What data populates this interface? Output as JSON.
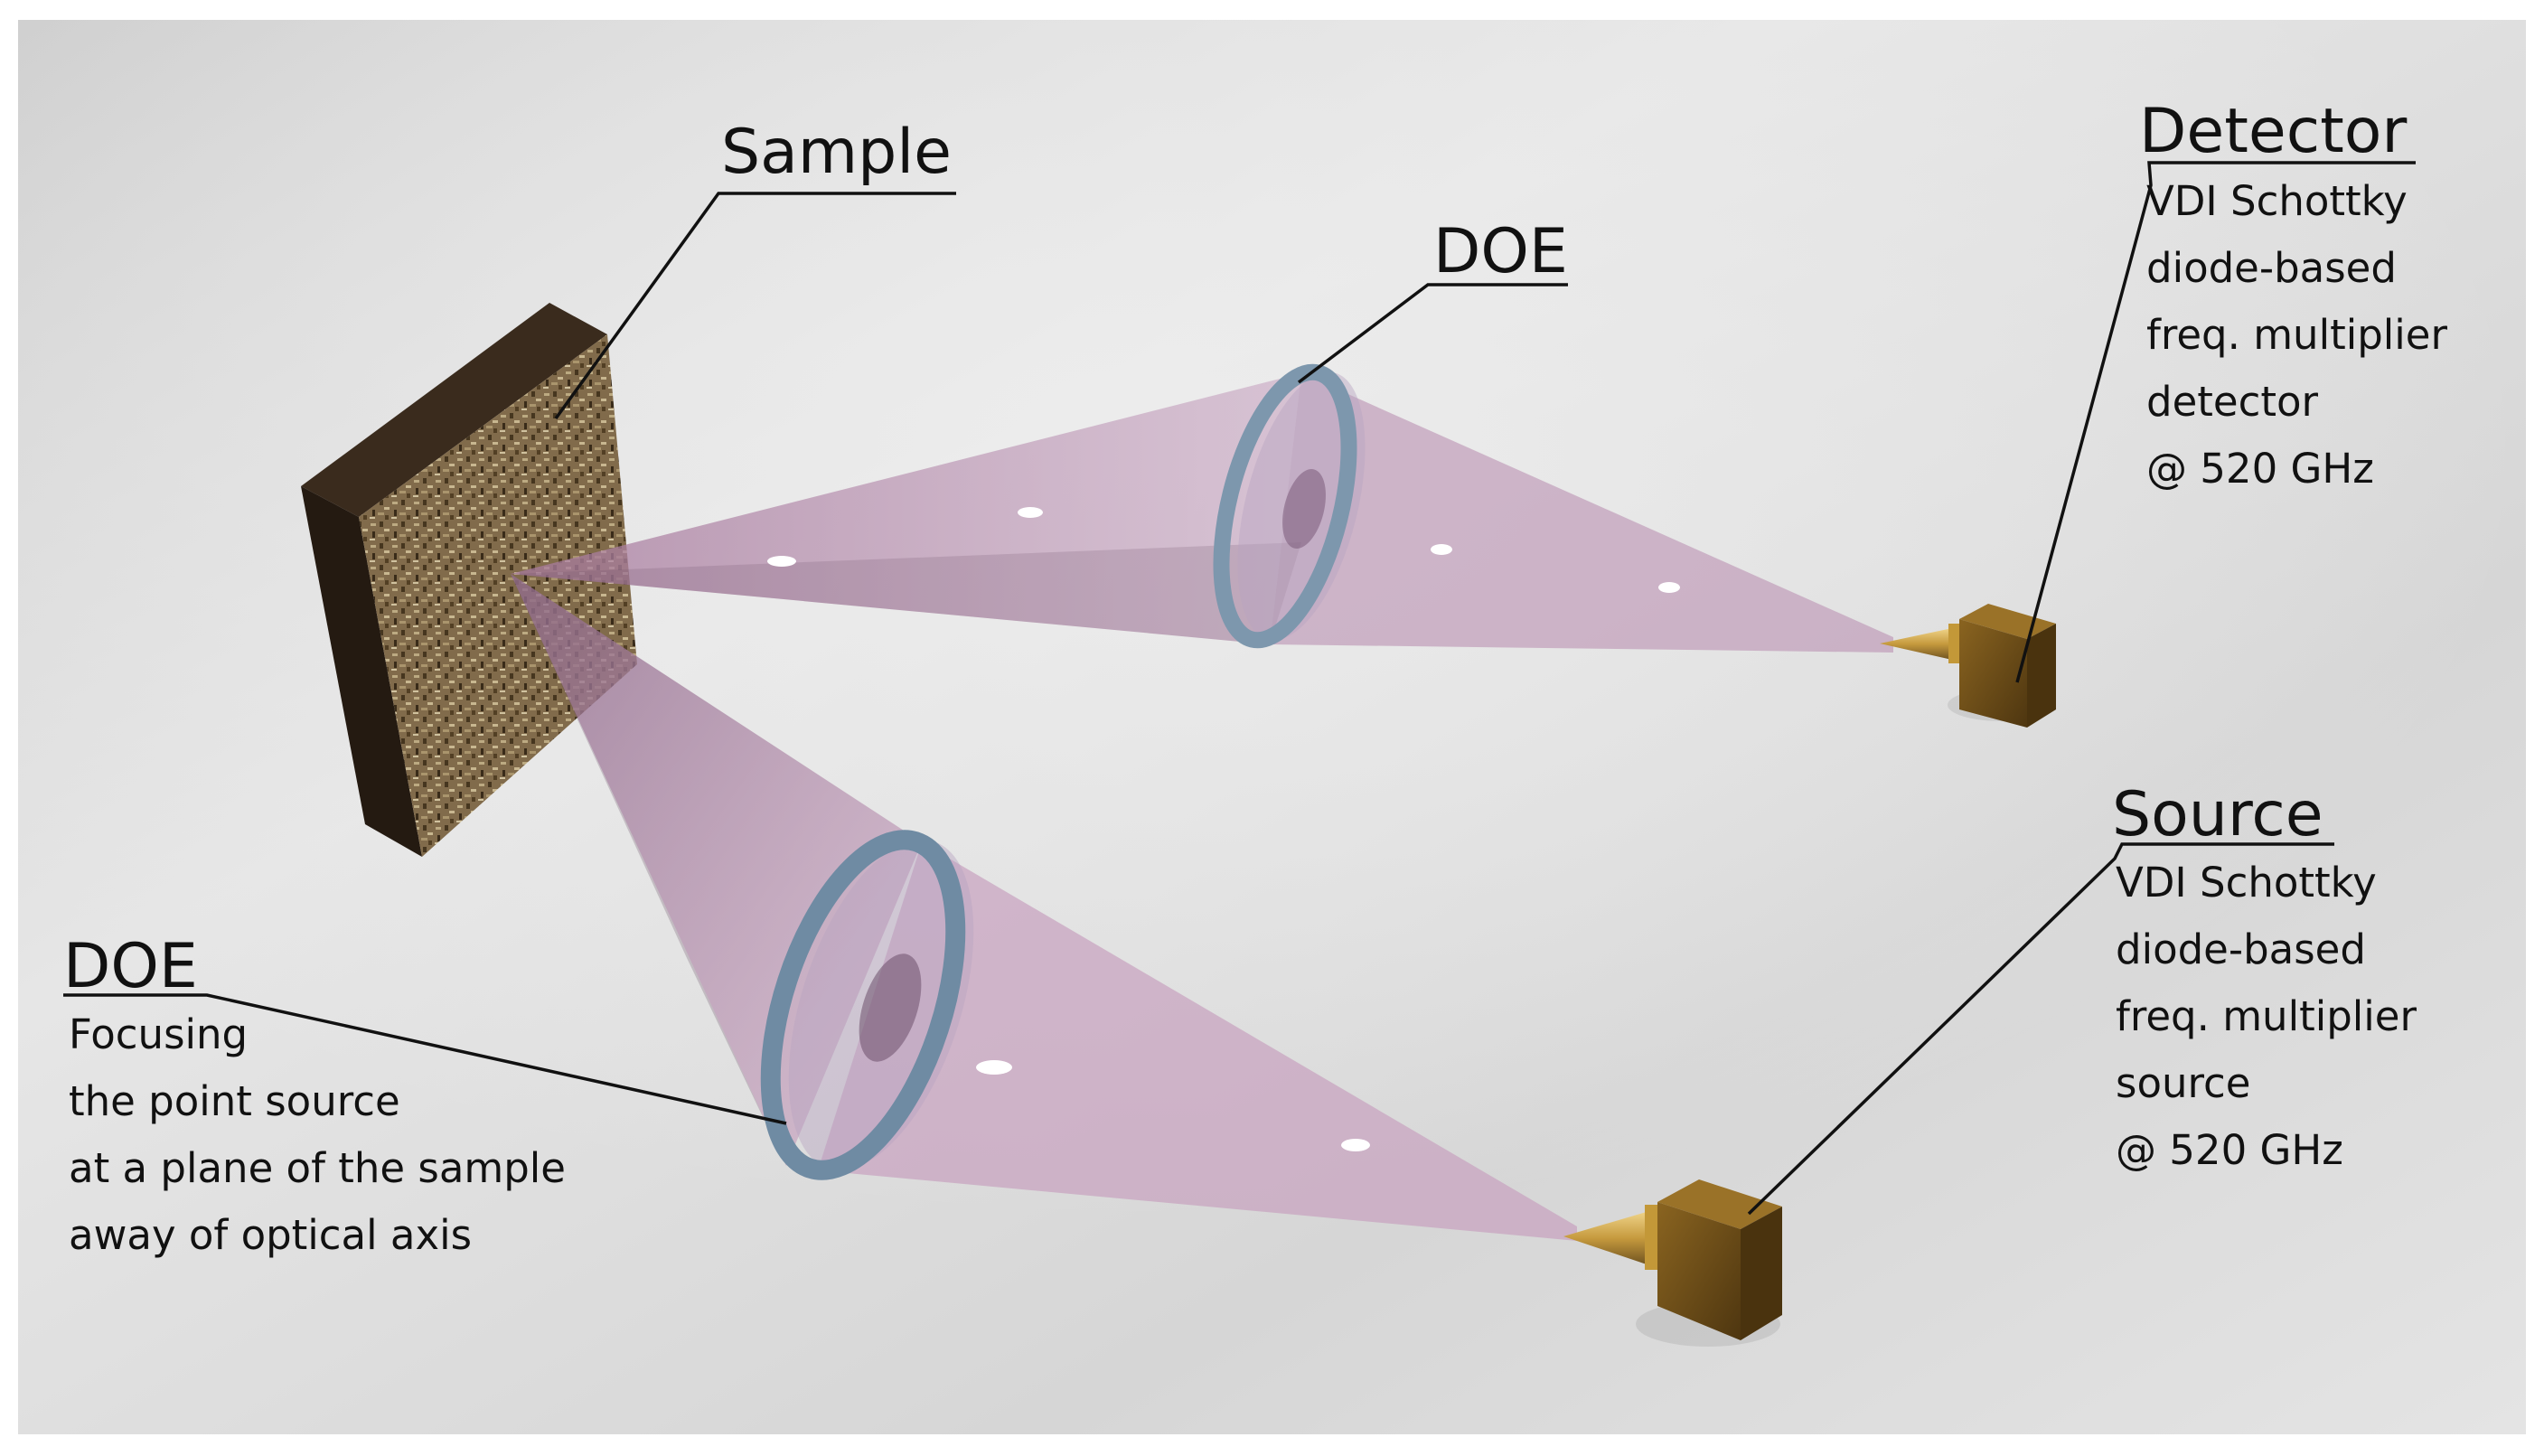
{
  "labels": {
    "sample": "Sample",
    "doe_top": "DOE",
    "detector": {
      "title": "Detector",
      "lines": [
        "VDI Schottky",
        "diode-based",
        "freq. multiplier",
        "detector",
        "@ 520 GHz"
      ]
    },
    "source": {
      "title": "Source",
      "lines": [
        "VDI Schottky",
        "diode-based",
        "freq. multiplier",
        "source",
        "@ 520 GHz"
      ]
    },
    "doe_bottom": {
      "title": "DOE",
      "lines": [
        "Focusing",
        "the point source",
        "at a plane of the sample",
        "away of optical axis"
      ]
    }
  },
  "colors": {
    "background": "#dcdcdc",
    "beam": "#b78fb0",
    "lens_rim": "#7d97ad",
    "sample_face": "#9c8765",
    "sample_edge": "#2e2218",
    "device_body": "#6e4d15",
    "horn": "#c9a24a"
  }
}
